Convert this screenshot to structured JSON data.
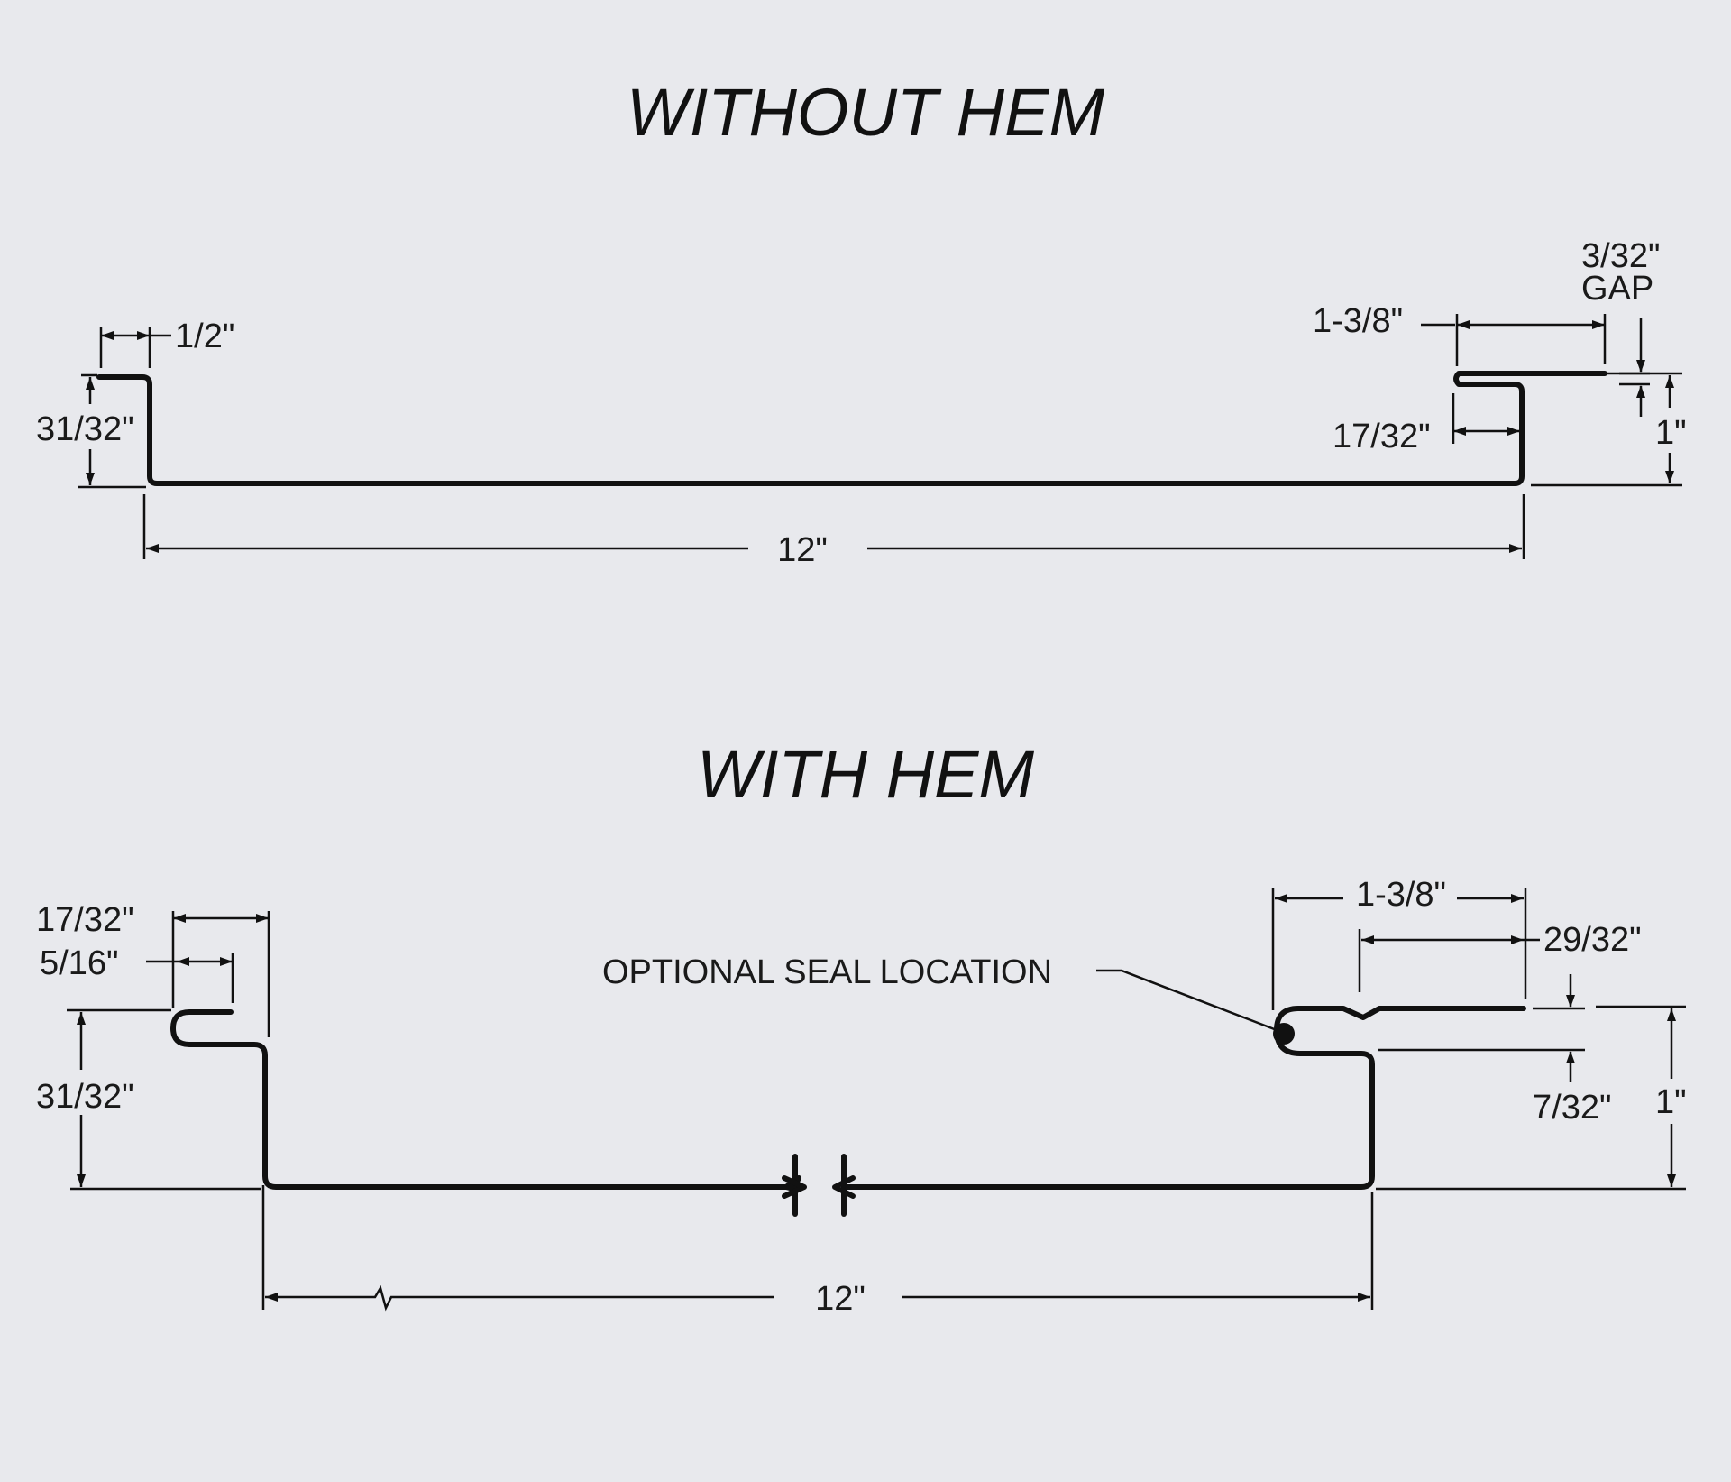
{
  "background_color": "#e8e9ed",
  "line_color": "#111111",
  "without_hem": {
    "title": "WITHOUT HEM",
    "dims": {
      "leg_width": "1/2\"",
      "left_height": "31/32\"",
      "panel_width": "12\"",
      "right_top": "1-3/8\"",
      "gap_value": "3/32\"",
      "gap_label": "GAP",
      "right_inner": "17/32\"",
      "right_height": "1\""
    }
  },
  "with_hem": {
    "title": "WITH HEM",
    "dims": {
      "left_top": "17/32\"",
      "left_hem": "5/16\"",
      "left_height": "31/32\"",
      "panel_width": "12\"",
      "right_top": "1-3/8\"",
      "right_inner": "29/32\"",
      "right_gap": "7/32\"",
      "right_height": "1\"",
      "seal_label": "OPTIONAL SEAL LOCATION"
    }
  }
}
